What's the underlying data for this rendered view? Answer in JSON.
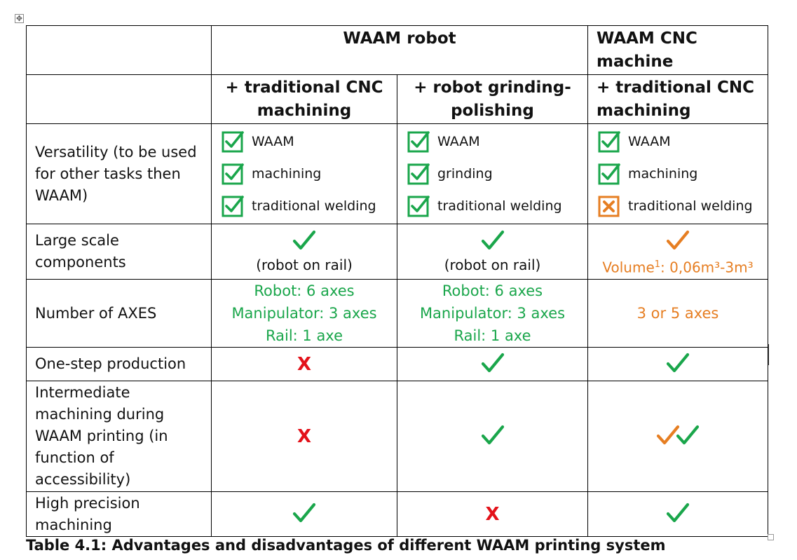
{
  "table": {
    "header_row1": {
      "robot_group": "WAAM robot",
      "cnc_group": "WAAM CNC machine"
    },
    "header_row2": {
      "col1": "+ traditional CNC machining",
      "col2": "+ robot grinding-polishing",
      "col3": "+ traditional CNC machining"
    },
    "versatility": {
      "label": "Versatility (to be used for other tasks then WAAM)",
      "col1": [
        "WAAM",
        "machining",
        "traditional welding"
      ],
      "col2": [
        "WAAM",
        "grinding",
        "traditional welding"
      ],
      "col3": [
        "WAAM",
        "machining",
        "traditional welding"
      ]
    },
    "large_scale": {
      "label": "Large scale components",
      "col1_note": "(robot on rail)",
      "col2_note": "(robot on rail)",
      "col3_note_prefix": "Volume",
      "col3_note_sup": "1",
      "col3_note_suffix": ": 0,06m³-3m³"
    },
    "axes": {
      "label": "Number of AXES",
      "col1": [
        "Robot: 6 axes",
        "Manipulator: 3 axes",
        "Rail: 1 axe"
      ],
      "col2": [
        "Robot: 6 axes",
        "Manipulator: 3 axes",
        "Rail: 1 axe"
      ],
      "col3": "3 or 5 axes"
    },
    "one_step": {
      "label": "One-step production",
      "col1": "X"
    },
    "intermediate": {
      "label": "Intermediate machining during WAAM printing (in function of accessibility)",
      "col1": "X"
    },
    "high_precision": {
      "label": "High precision machining",
      "col2": "X"
    }
  },
  "caption": "Table 4.1: Advantages and disadvantages of different WAAM printing system",
  "colors": {
    "green": "#1aa64b",
    "orange": "#e67e22",
    "red": "#e3121a"
  },
  "icons": {
    "checkbox_checked": "checkbox-checked-icon",
    "checkbox_crossed": "checkbox-crossed-icon",
    "checkmark": "checkmark-icon"
  }
}
